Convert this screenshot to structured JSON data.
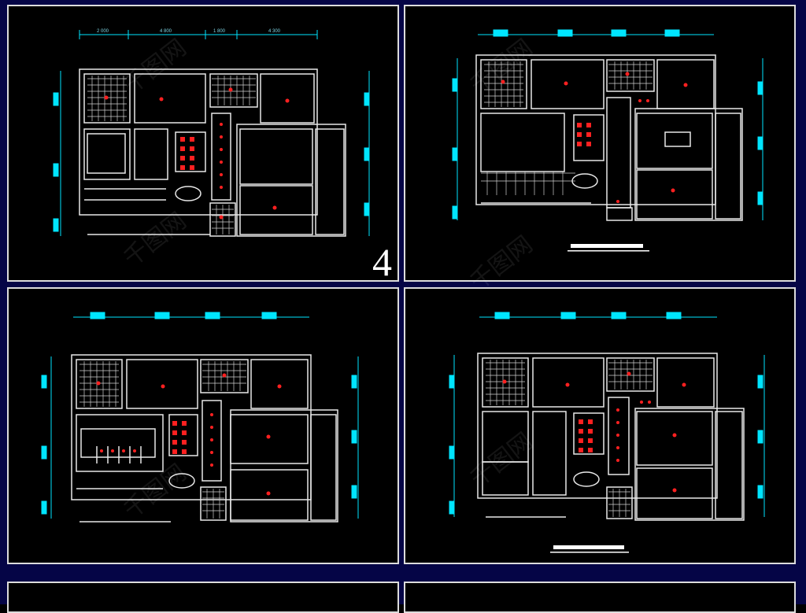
{
  "page": {
    "background_color": "#050546",
    "panel_border_color": "#dcdcdc"
  },
  "sheet1": {
    "sheet_number": "4",
    "dimension_labels": [
      "2 000",
      "4 800",
      "1 800",
      "4 300"
    ]
  },
  "colors": {
    "wall": "#e8e8e8",
    "dimension": "#00e5ff",
    "marker": "#ff2020"
  },
  "watermark": {
    "text": "千图网"
  }
}
